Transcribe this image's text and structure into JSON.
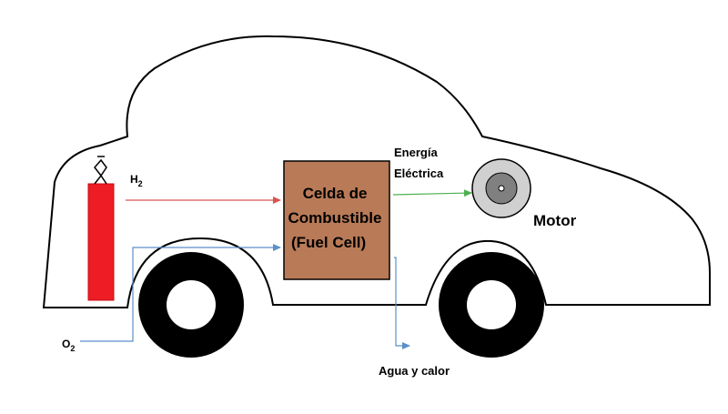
{
  "diagram": {
    "fuel_cell": {
      "line1": "Celda de",
      "line2": "Combustible",
      "line3": "(Fuel Cell)"
    },
    "hydrogen": {
      "symbol": "H",
      "subscript": "2"
    },
    "oxygen": {
      "symbol": "O",
      "subscript": "2"
    },
    "electric_energy": {
      "line1": "Energía",
      "line2": "Eléctrica"
    },
    "motor_label": "Motor",
    "output_label": "Agua y calor"
  },
  "colors": {
    "outline": "#000000",
    "tank": "#ee1c24",
    "fuel_cell_fill": "#b97a57",
    "hydrogen_arrow": "#d9534f",
    "oxygen_arrow": "#5b8fc9",
    "energy_arrow": "#4caf50",
    "water_arrow": "#5b8fc9",
    "motor_outer": "#d0d0d0",
    "motor_inner": "#808080"
  }
}
